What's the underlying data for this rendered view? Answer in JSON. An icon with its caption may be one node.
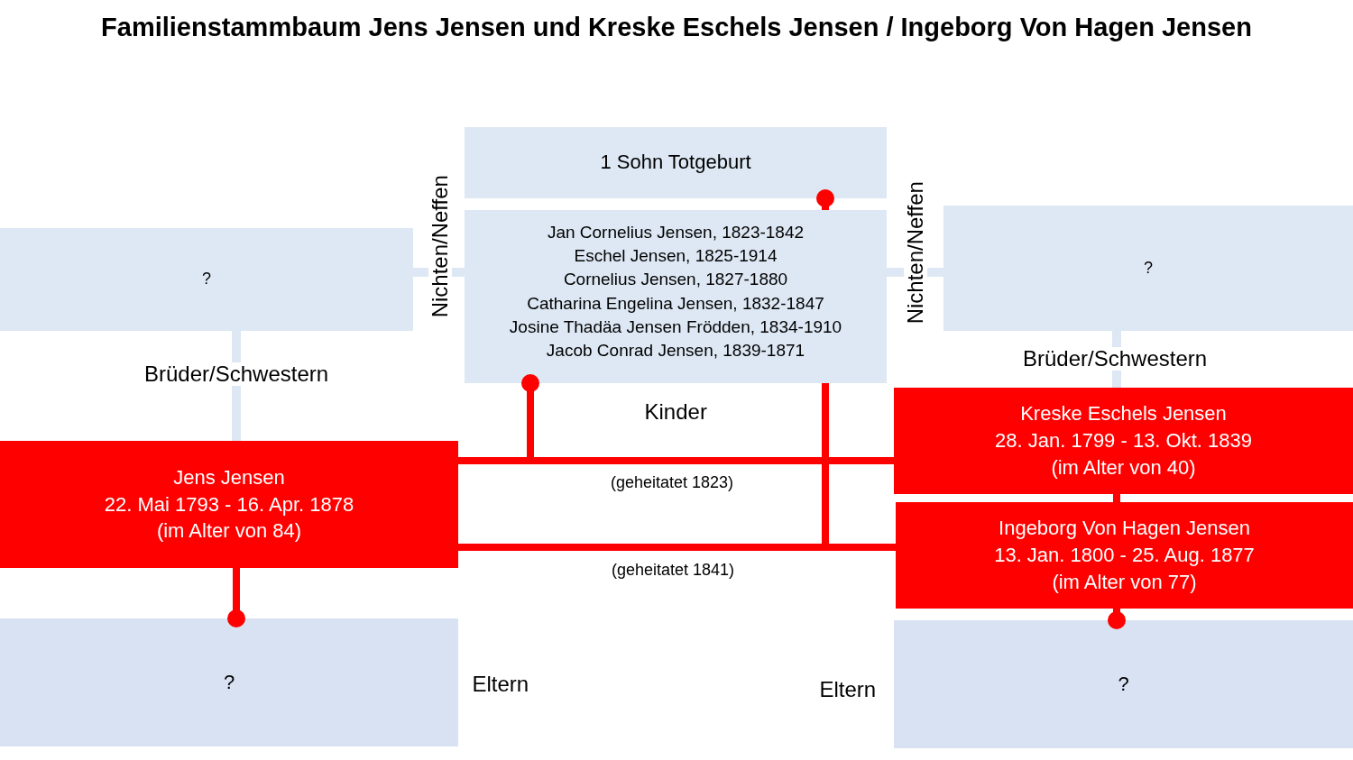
{
  "diagram": {
    "title": "Familienstammbaum Jens Jensen und Kreske Eschels Jensen / Ingeborg Von Hagen Jensen",
    "nodes": [
      {
        "text": [
          "?"
        ]
      },
      {
        "text": [
          "1 Sohn Totgeburt"
        ]
      },
      {
        "text": [
          "Jan Cornelius Jensen, 1823-1842",
          "Eschel Jensen, 1825-1914",
          "Cornelius Jensen, 1827-1880",
          "Catharina Engelina Jensen, 1832-1847",
          "Josine Thadäa Jensen Frödden, 1834-1910",
          "Jacob Conrad Jensen, 1839-1871"
        ]
      },
      {
        "text": [
          "?"
        ]
      },
      {
        "text": [
          "Jens Jensen",
          "22. Mai 1793 - 16. Apr. 1878",
          "(im Alter von 84)"
        ]
      },
      {
        "text": [
          "Kreske Eschels Jensen",
          "28. Jan. 1799 - 13. Okt. 1839",
          "(im Alter von 40)"
        ]
      },
      {
        "text": [
          "Ingeborg Von Hagen Jensen",
          "13. Jan. 1800 - 25. Aug. 1877",
          "(im Alter von 77)"
        ]
      },
      {
        "text": [
          "?"
        ],
        "beside": [
          "Eltern"
        ]
      },
      {
        "text": [
          "?"
        ],
        "beside": [
          "Eltern"
        ]
      }
    ],
    "edges": [
      {
        "from": 0,
        "to": 4,
        "arrow": "none",
        "label": "Brüder/Schwestern",
        "color": "#dde8f4"
      },
      {
        "from": 3,
        "to": 5,
        "arrow": "none",
        "label": "Brüder/Schwestern",
        "color": "#dde8f4"
      },
      {
        "from": 0,
        "to": 2,
        "arrow": "none",
        "label": "Nichten/Neffen",
        "color": "#dde8f4"
      },
      {
        "from": 2,
        "to": 3,
        "arrow": "none",
        "label": "Nichten/Neffen",
        "color": "#dde8f4"
      },
      {
        "from": 4,
        "to": 5,
        "arrow": "none",
        "label": "(geheitatet 1823)"
      },
      {
        "from": 4,
        "to": 6,
        "arrow": "none",
        "label": "(geheitatet 1841)"
      },
      {
        "from": 4,
        "to": 2,
        "arrow": "other"
      },
      {
        "from": 4,
        "to": 2,
        "arrow": "none"
      },
      {
        "from": 4,
        "to": 7,
        "arrow": "other"
      },
      {
        "from": 6,
        "to": 8,
        "arrow": "other"
      },
      {
        "from": 5,
        "to": 6,
        "arrow": "none"
      },
      {
        "from": 2,
        "to": 1,
        "arrow": "other"
      }
    ],
    "labels": [
      "Kinder"
    ]
  }
}
